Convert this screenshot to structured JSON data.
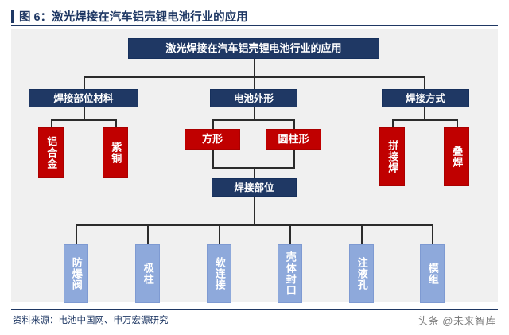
{
  "figure": {
    "label": "图 6：激光焊接在汽车铝壳锂电池行业的应用",
    "accent_color": "#1F3864",
    "background_color": "#f0f0f0"
  },
  "footer": {
    "source": "资料来源：电池中国网、申万宏源研究",
    "watermark": "头条 @未来智库"
  },
  "chart_data": {
    "type": "diagram",
    "title": "激光焊接在汽车铝壳锂电池行业的应用",
    "orientation": "top-down-tree",
    "colors": {
      "navy": "#1F3864",
      "red": "#C00000",
      "light_blue": "#8EA9DB",
      "line": "#2b2b2b",
      "canvas": "#f0f0f0"
    },
    "nodes": {
      "root": {
        "label": "激光焊接在汽车铝壳锂电池行业的应用",
        "level": 0,
        "style": "navy"
      },
      "level1": [
        {
          "id": "material",
          "label": "焊接部位材料",
          "style": "navy"
        },
        {
          "id": "shape",
          "label": "电池外形",
          "style": "navy"
        },
        {
          "id": "method",
          "label": "焊接方式",
          "style": "navy"
        }
      ],
      "material_children": [
        {
          "label": "铝合金",
          "style": "red",
          "text_direction": "vertical"
        },
        {
          "label": "紫铜",
          "style": "red",
          "text_direction": "vertical"
        }
      ],
      "shape_children": [
        {
          "label": "方形",
          "style": "red",
          "text_direction": "horizontal"
        },
        {
          "label": "圆柱形",
          "style": "red",
          "text_direction": "horizontal"
        }
      ],
      "method_children": [
        {
          "label": "拼接焊",
          "style": "red",
          "text_direction": "vertical"
        },
        {
          "label": "叠焊",
          "style": "red",
          "text_direction": "vertical"
        }
      ],
      "weld_position": {
        "label": "焊接部位",
        "style": "navy"
      },
      "weld_position_children": [
        {
          "label": "防爆阀",
          "style": "light_blue",
          "text_direction": "vertical"
        },
        {
          "label": "极柱",
          "style": "light_blue",
          "text_direction": "vertical"
        },
        {
          "label": "软连接",
          "style": "light_blue",
          "text_direction": "vertical"
        },
        {
          "label": "壳体封口",
          "style": "light_blue",
          "text_direction": "vertical"
        },
        {
          "label": "注液孔",
          "style": "light_blue",
          "text_direction": "vertical"
        },
        {
          "label": "模组",
          "style": "light_blue",
          "text_direction": "vertical"
        }
      ]
    },
    "edges": [
      "root -> 焊接部位材料",
      "root -> 电池外形",
      "root -> 焊接方式",
      "焊接部位材料 -> 铝合金",
      "焊接部位材料 -> 紫铜",
      "电池外形 -> 方形",
      "电池外形 -> 圆柱形",
      "方形 -> 焊接部位",
      "圆柱形 -> 焊接部位",
      "焊接方式 -> 拼接焊",
      "焊接方式 -> 叠焊",
      "焊接部位 -> 防爆阀",
      "焊接部位 -> 极柱",
      "焊接部位 -> 软连接",
      "焊接部位 -> 壳体封口",
      "焊接部位 -> 注液孔",
      "焊接部位 -> 模组"
    ]
  }
}
